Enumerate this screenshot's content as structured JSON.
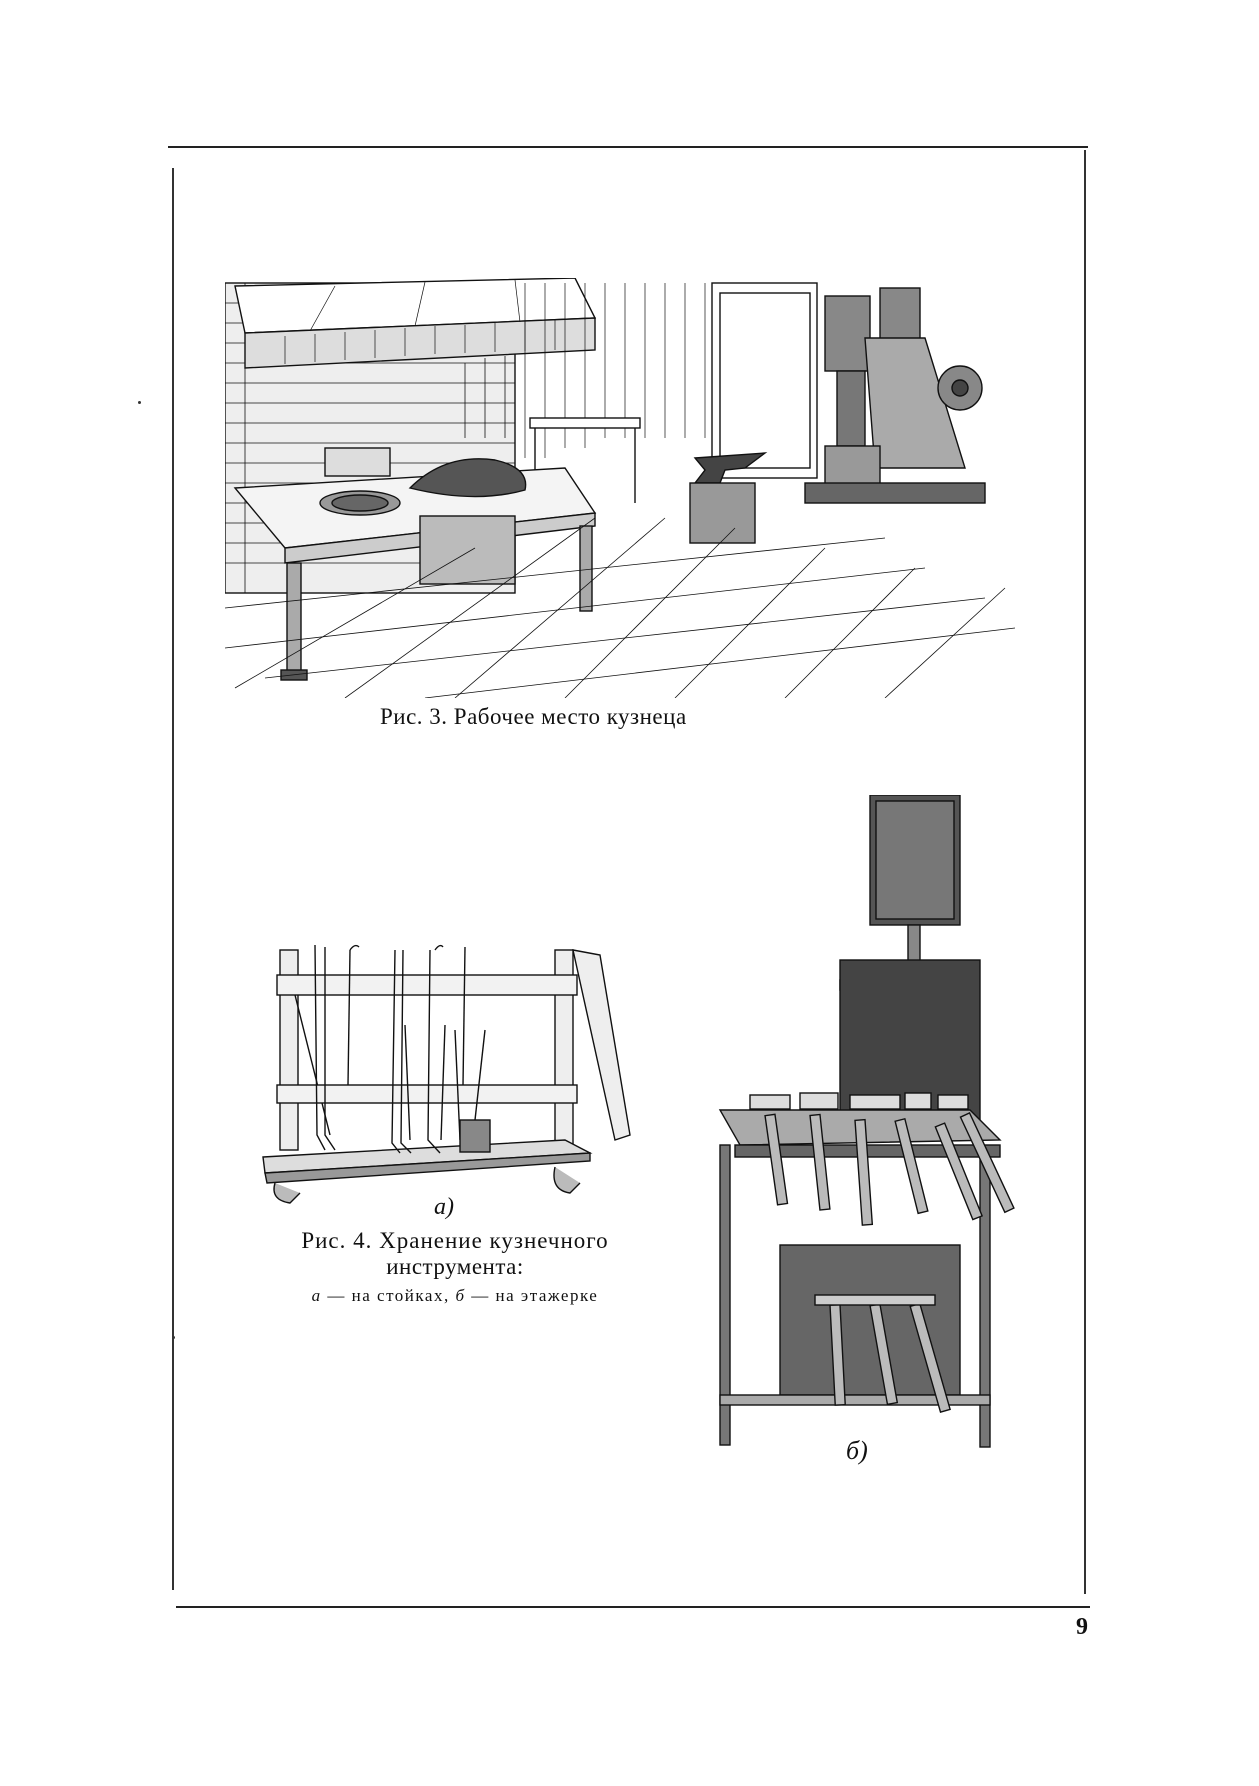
{
  "figure3": {
    "caption": "Рис. 3. Рабочее место кузнеца"
  },
  "figure4": {
    "caption_line1": "Рис. 4. Хранение кузнечного",
    "caption_line2": "инструмента:",
    "legend_a_letter": "а",
    "legend_a_text": " — на стойках, ",
    "legend_b_letter": "б",
    "legend_b_text": " — на этажерке",
    "sub_label_a": "а)",
    "sub_label_b": "б)"
  },
  "page_number": "9"
}
